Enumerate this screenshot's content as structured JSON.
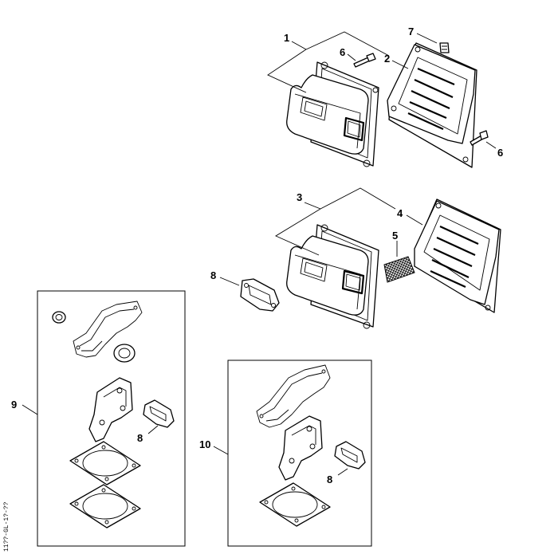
{
  "labels": {
    "l1": "1",
    "l2": "2",
    "l3": "3",
    "l4": "4",
    "l5": "5",
    "l6a": "6",
    "l6b": "6",
    "l7": "7",
    "l8a": "8",
    "l8b": "8",
    "l8c": "8",
    "l9": "9",
    "l10": "10"
  },
  "drawing_code": "11??-GL-1?-??"
}
